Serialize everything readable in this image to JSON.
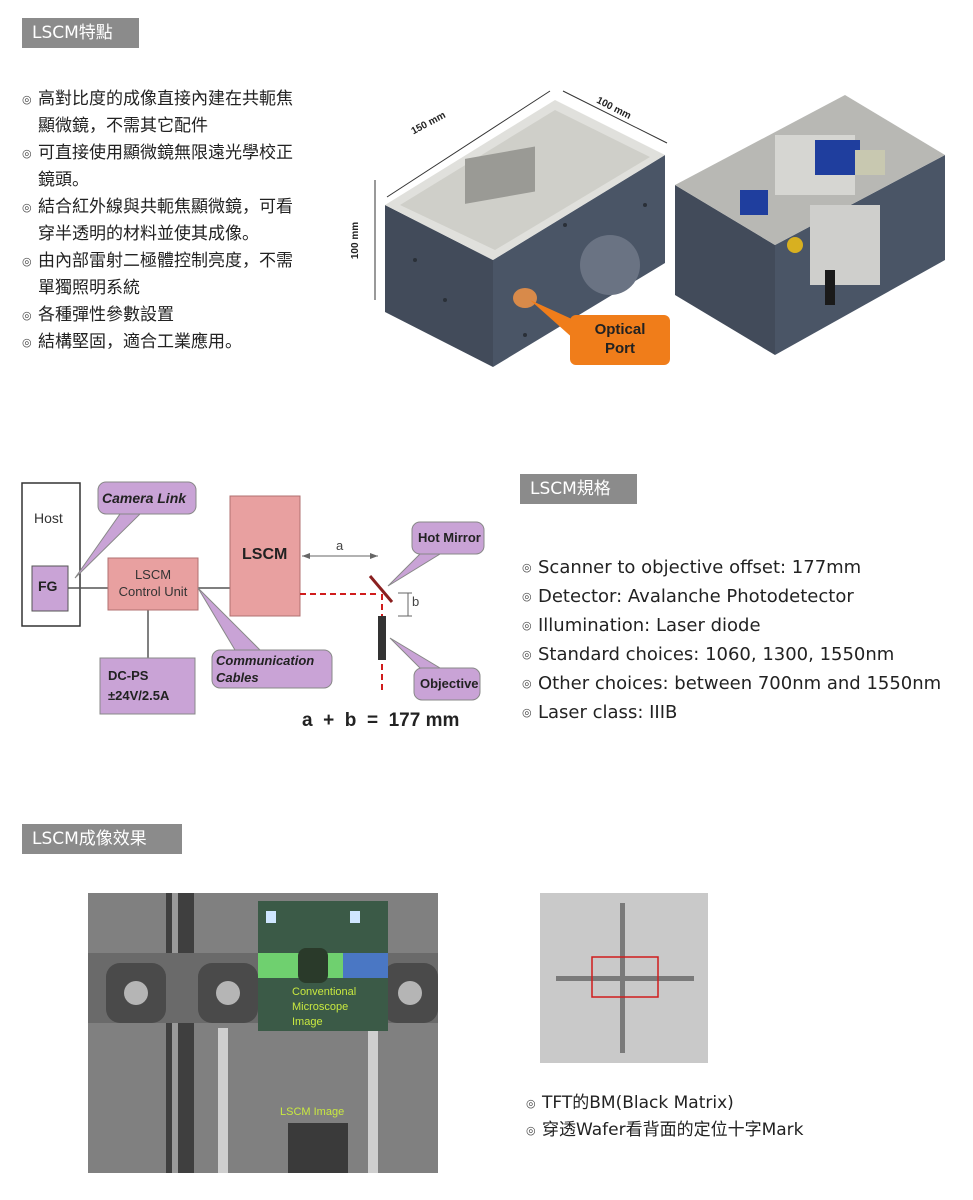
{
  "features": {
    "header": "LSCM特點",
    "bullets": [
      "高對比度的成像直接內建在共軛焦顯微鏡，不需其它配件",
      "可直接使用顯微鏡無限遠光學校正鏡頭。",
      "結合紅外線與共軛焦顯微鏡，可看穿半透明的材料並使其成像。",
      "由內部雷射二極體控制亮度，不需單獨照明系統",
      "各種彈性參數設置",
      "結構堅固，適合工業應用。"
    ],
    "bullet_lines": [
      [
        "高對比度的成像直接內建在共軛焦",
        "顯微鏡，不需其它配件"
      ],
      [
        "可直接使用顯微鏡無限遠光學校正",
        "鏡頭。"
      ],
      [
        "結合紅外線與共軛焦顯微鏡，可看",
        "穿半透明的材料並使其成像。"
      ],
      [
        "由內部雷射二極體控制亮度，不需",
        "單獨照明系統"
      ],
      [
        "各種彈性參數設置"
      ],
      [
        "結構堅固，適合工業應用。"
      ]
    ]
  },
  "device_image": {
    "dim_length": "150 mm",
    "dim_width": "100 mm",
    "dim_height": "100 mm",
    "callout_line1": "Optical",
    "callout_line2": "Port"
  },
  "system_diagram": {
    "host": "Host",
    "fg": "FG",
    "camera_link": "Camera Link",
    "control_unit_line1": "LSCM",
    "control_unit_line2": "Control Unit",
    "lscm": "LSCM",
    "dcps_line1": "DC-PS",
    "dcps_line2": "±24V/2.5A",
    "comm_line1": "Communication",
    "comm_line2": "Cables",
    "hot_mirror": "Hot Mirror",
    "objective": "Objective",
    "label_a": "a",
    "label_b": "b",
    "equation": "a  +  b  =  177 mm"
  },
  "specs": {
    "header": "LSCM規格",
    "bullets": [
      "Scanner to objective offset: 177mm",
      "Detector: Avalanche Photodetector",
      "Illumination: Laser diode",
      "Standard choices: 1060, 1300, 1550nm",
      "Other choices: between 700nm and 1550nm",
      "Laser class: IIIB"
    ]
  },
  "imaging": {
    "header": "LSCM成像效果",
    "conventional_line1": "Conventional",
    "conventional_line2": "Microscope",
    "conventional_line3": "Image",
    "lscm_image_label": "LSCM Image",
    "bullets": [
      "TFT的BM(Black Matrix)",
      "穿透Wafer看背面的定位十字Mark"
    ]
  },
  "colors": {
    "tag_bg": "#8b8b8b",
    "callout_orange": "#f07d1a",
    "diagram_pink": "#e8a0a0",
    "diagram_purple": "#c9a3d6",
    "laser_red": "#d01c1c"
  }
}
